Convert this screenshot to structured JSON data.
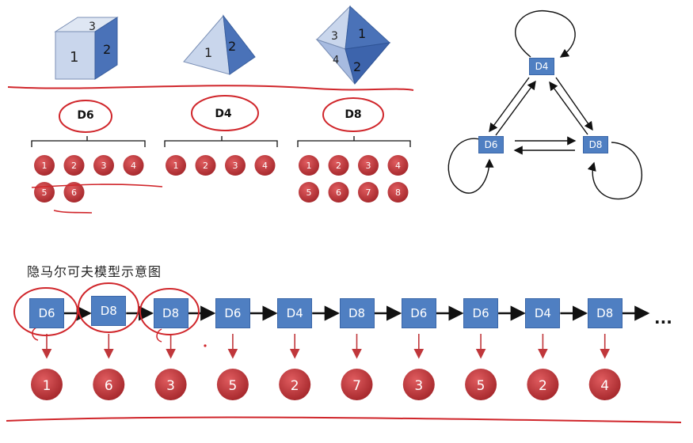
{
  "dice": [
    {
      "label": "D6",
      "faces": [
        "1",
        "2",
        "3",
        "4",
        "5",
        "6"
      ],
      "shape_numbers": [
        "3",
        "1",
        "2"
      ]
    },
    {
      "label": "D4",
      "faces": [
        "1",
        "2",
        "3",
        "4"
      ],
      "shape_numbers": [
        "1",
        "2"
      ]
    },
    {
      "label": "D8",
      "faces": [
        "1",
        "2",
        "3",
        "4",
        "5",
        "6",
        "7",
        "8"
      ],
      "shape_numbers": [
        "3",
        "1",
        "4",
        "2"
      ]
    }
  ],
  "state_diagram": {
    "states": [
      "D4",
      "D6",
      "D8"
    ]
  },
  "chain": {
    "title": "隐马尔可夫模型示意图",
    "hidden": [
      "D6",
      "D8",
      "D8",
      "D6",
      "D4",
      "D8",
      "D6",
      "D6",
      "D4",
      "D8"
    ],
    "observed": [
      "1",
      "6",
      "3",
      "5",
      "2",
      "7",
      "3",
      "5",
      "2",
      "4"
    ],
    "ellipsis": "..."
  },
  "colors": {
    "box": "#4f7fc2",
    "ball": "#c0373b",
    "ink": "#d0262b"
  }
}
